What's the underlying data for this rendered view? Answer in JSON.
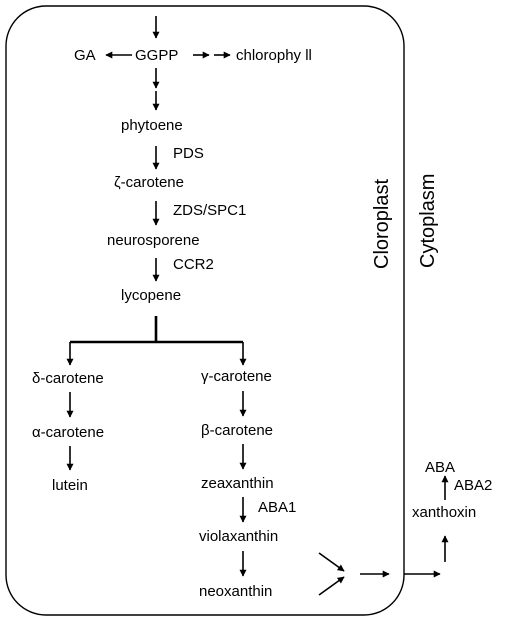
{
  "nodes": {
    "ga": "GA",
    "ggpp": "GGPP",
    "chlorophyll": "chlorophy ll",
    "phytoene": "phytoene",
    "zeta_carotene": "ζ-carotene",
    "neurosporene": "neurosporene",
    "lycopene": "lycopene",
    "delta_carotene": "δ-carotene",
    "alpha_carotene": "α-carotene",
    "lutein": "lutein",
    "gamma_carotene": "γ-carotene",
    "beta_carotene": "β-carotene",
    "zeaxanthin": "zeaxanthin",
    "violaxanthin": "violaxanthin",
    "neoxanthin": "neoxanthin",
    "xanthoxin": "xanthoxin",
    "aba": "ABA"
  },
  "enzymes": {
    "pds": "PDS",
    "zds": "ZDS/SPC1",
    "ccr2": "CCR2",
    "aba1": "ABA1",
    "aba2": "ABA2"
  },
  "compartments": {
    "chloroplast": "Cloroplast",
    "cytoplasm": "Cytoplasm"
  }
}
